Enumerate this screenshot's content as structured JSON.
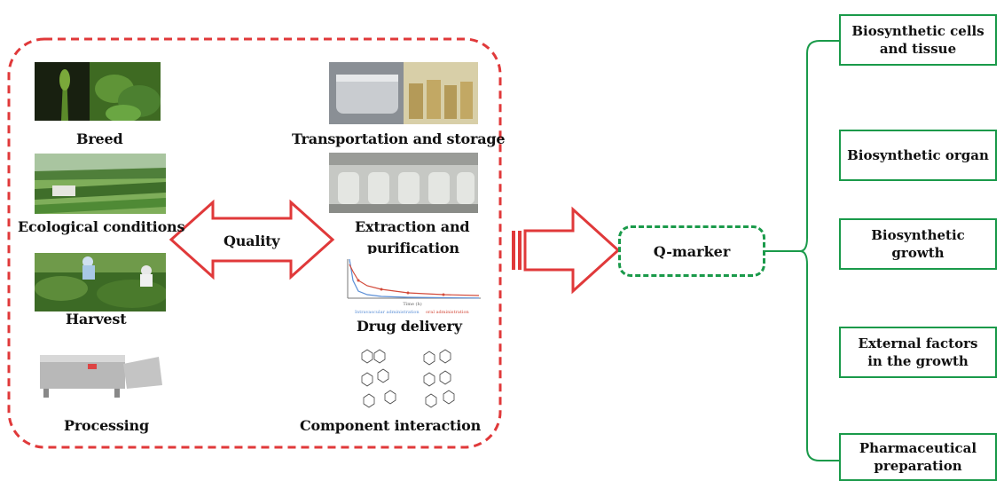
{
  "left_panel": {
    "breed": "Breed",
    "ecological": "Ecological conditions",
    "harvest": "Harvest",
    "processing": "Processing",
    "transport": "Transportation and storage",
    "extraction_line1": "Extraction and",
    "extraction_line2": "purification",
    "drug_delivery": "Drug delivery",
    "component_interaction": "Component interaction",
    "quality": "Quality",
    "mini_chart": {
      "xlabel": "Time (h)",
      "legend": [
        "Intravascular administration",
        "oral administration"
      ]
    }
  },
  "qmarker": "Q-marker",
  "targets": [
    "Biosynthetic cells\nand  tissue",
    "Biosynthetic organ",
    "Biosynthetic\ngrowth",
    "External factors\nin the growth",
    "Pharmaceutical\npreparation"
  ],
  "colors": {
    "red": "#e0393a",
    "green": "#1a9a4a"
  }
}
